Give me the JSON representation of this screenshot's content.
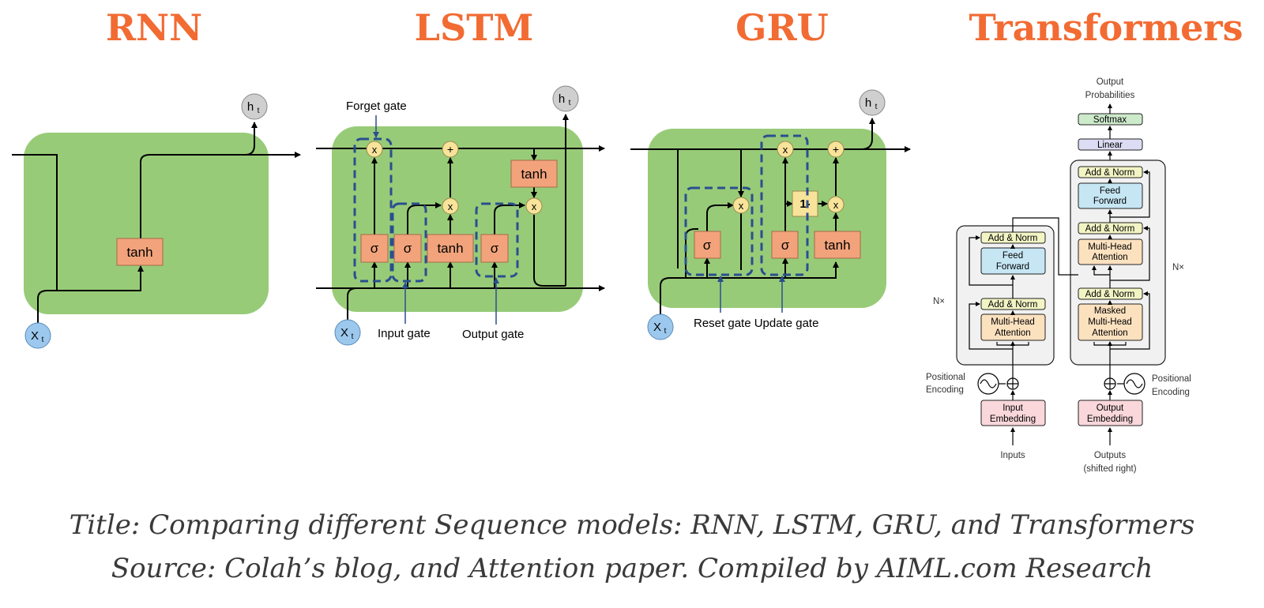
{
  "headings": {
    "rnn": "RNN",
    "lstm": "LSTM",
    "gru": "GRU",
    "transformers": "Transformers"
  },
  "rnn": {
    "tanh": "tanh",
    "h_t": "h",
    "h_sub": "t",
    "x_t": "X",
    "x_sub": "t"
  },
  "lstm": {
    "forget_gate": "Forget gate",
    "input_gate": "Input gate",
    "output_gate": "Output gate",
    "sigma": "σ",
    "tanh": "tanh",
    "times": "x",
    "plus": "+",
    "h_t": "h",
    "h_sub": "t",
    "x_t": "X",
    "x_sub": "t"
  },
  "gru": {
    "reset_update_label": "Reset gate Update gate",
    "sigma": "σ",
    "tanh": "tanh",
    "one_minus": "1-",
    "times": "x",
    "plus": "+",
    "h_t": "h",
    "h_sub": "t",
    "x_t": "X",
    "x_sub": "t"
  },
  "transformer": {
    "output_probabilities_1": "Output",
    "output_probabilities_2": "Probabilities",
    "softmax": "Softmax",
    "linear": "Linear",
    "add_norm": "Add & Norm",
    "feed_forward_1": "Feed",
    "feed_forward_2": "Forward",
    "multi_head_1": "Multi-Head",
    "multi_head_2": "Attention",
    "masked_1": "Masked",
    "masked_2": "Multi-Head",
    "masked_3": "Attention",
    "nx_left": "N×",
    "nx_right": "N×",
    "pos_enc_1": "Positional",
    "pos_enc_2": "Encoding",
    "input_emb_1": "Input",
    "input_emb_2": "Embedding",
    "output_emb_1": "Output",
    "output_emb_2": "Embedding",
    "inputs": "Inputs",
    "outputs_1": "Outputs",
    "outputs_2": "(shifted right)"
  },
  "caption": {
    "title": "Title: Comparing different Sequence models: RNN, LSTM, GRU, and Transformers",
    "source": "Source: Colah’s blog, and Attention paper. Compiled by AIML.com Research"
  },
  "colors": {
    "heading": "#f26b33",
    "cell_green": "#98cb78",
    "gate_orange": "#f2a37b",
    "pointwise_yellow": "#f8e39a",
    "input_blue": "#9cc8ee",
    "output_gray": "#cfcfcf",
    "gate_dash": "#2a4f8f",
    "ff_blue": "#c6e6f4",
    "attn_orange": "#fce1bf",
    "addnorm_yellow": "#f2f4c4",
    "emb_pink": "#f9d7db",
    "linear_lavender": "#dcdcf4",
    "softmax_green": "#cdeacb"
  }
}
